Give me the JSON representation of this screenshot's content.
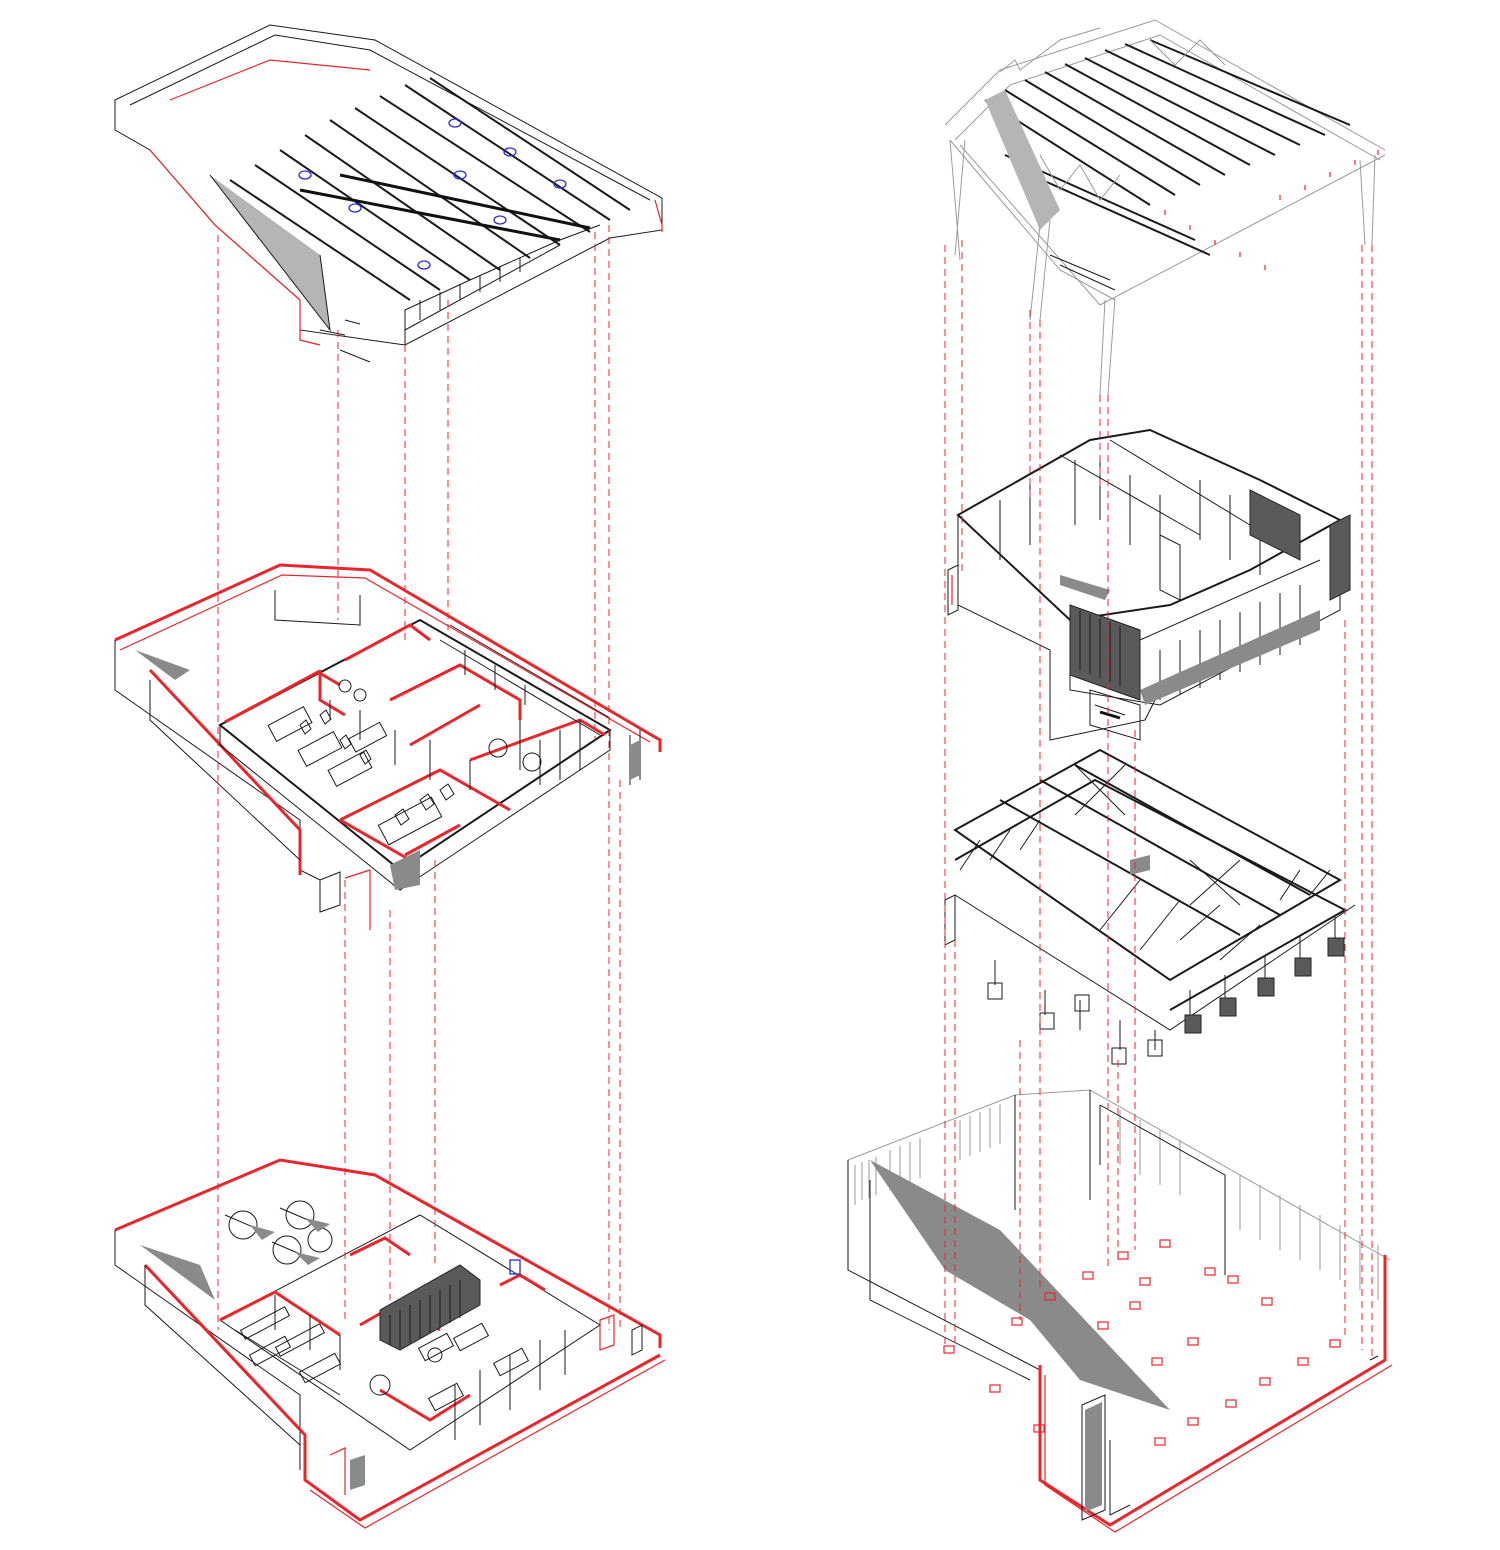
{
  "colors": {
    "background": "#ffffff",
    "linework": "#1a1a1a",
    "light_linework": "#9a9a9a",
    "cut_line_red": "#e8262b",
    "shadow": "#8a8a8a",
    "fixture_blue": "#2b2bd0"
  },
  "diagram": {
    "type": "exploded axonometric",
    "columns": [
      "architecture-layers",
      "structure-layers"
    ],
    "left_layers": [
      "roof-ceiling-plan",
      "mezzanine-office-floor",
      "ground-floor-plan"
    ],
    "right_layers": [
      "roof-truss-frame",
      "mezzanine-room-enclosure",
      "mezzanine-steel-frame",
      "existing-shed-shell"
    ],
    "connector_style": "red dashed vertical alignment lines"
  }
}
